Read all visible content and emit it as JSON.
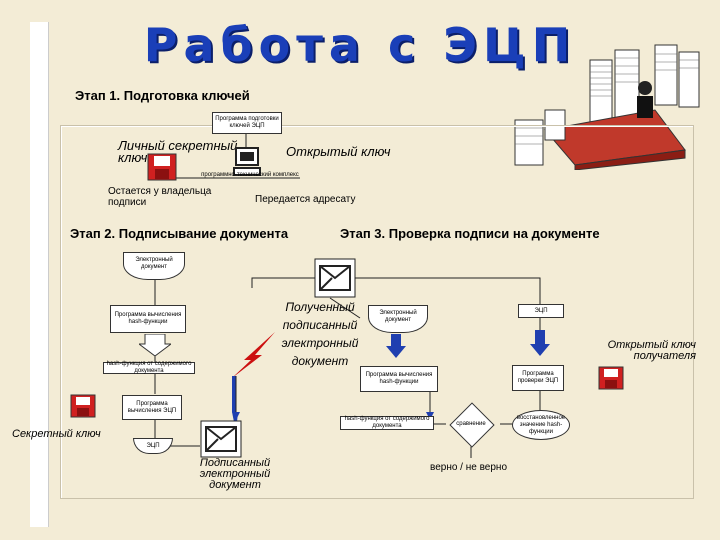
{
  "title": "Работа с ЭЦП",
  "stage1": "Этап 1. Подготовка ключей",
  "stage2": "Этап 2. Подписывание документа",
  "stage3": "Этап 3. Проверка подписи на документе",
  "key_prep_program": "Программа подготовки ключей ЭЦП",
  "private_key": "Личный секретный ключ",
  "public_key": "Открытый ключ",
  "hw_sw_complex": "программно-технический комплекс",
  "stays_with_owner": "Остается у владельца подписи",
  "sent_to_addressee": "Передается адресату",
  "electronic_document": "Электронный документ",
  "hash_program": "Программа вычисления hash-функции",
  "received_doc": "Полученный подписанный электронный документ",
  "edoc_right": "Электронный документ",
  "eds": "ЭЦП",
  "recipient_public_key": "Открытый ключ получателя",
  "hash_of_content_left": "hash-функция от содержимого документа",
  "hash_program_right": "Программа вычисления hash-функции",
  "eds_check_program": "Программа проверки ЭЦП",
  "eds_calc_program": "Программа вычисления ЭЦП",
  "secret_key": "Секретный ключ",
  "eds_bottom": "ЭЦП",
  "hash_of_content_right": "hash-функция от содержимого документа",
  "comparison": "сравнение",
  "restored_hash": "восстановленное значение hash-функции",
  "signed_doc": "Подписанный электронный документ",
  "result": "верно / не верно",
  "colors": {
    "title": "#1a3fb8",
    "arrow": "#1f3fb0",
    "lightning": "#cc1010",
    "background": "#f3ecd6"
  }
}
